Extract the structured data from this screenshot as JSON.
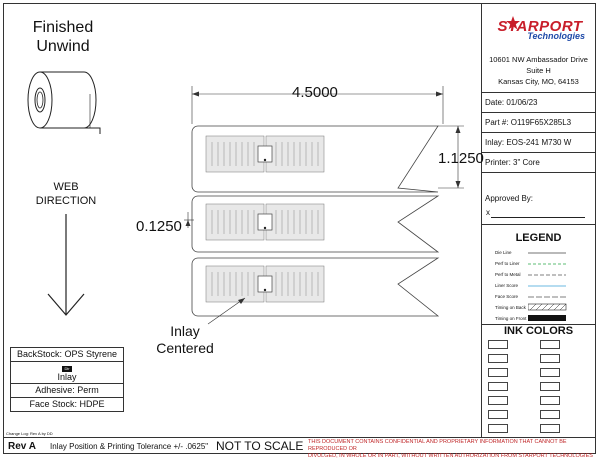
{
  "roll": {
    "title_line1": "Finished",
    "title_line2": "Unwind"
  },
  "web_direction": {
    "line1": "WEB",
    "line2": "DIRECTION"
  },
  "dimensions": {
    "width": "4.5000",
    "height": "1.1250",
    "gap": "0.1250"
  },
  "inlay_note": {
    "line1": "Inlay",
    "line2": "Centered"
  },
  "specs": {
    "backstock": "BackStock: OPS Styrene",
    "direction_badge": "Dir",
    "inlay": "Inlay",
    "adhesive": "Adhesive: Perm",
    "face_stock": "Face Stock: HDPE"
  },
  "company": {
    "logo_main": "STARPORT",
    "logo_sub": "Technologies",
    "address1": "10601 NW Ambassador Drive",
    "address2": "Suite H",
    "address3": "Kansas City, MO, 64153"
  },
  "info": {
    "date": "Date: 01/06/23",
    "part": "Part #: O119F65X285L3",
    "inlay": "Inlay: EOS-241 M730 W",
    "printer": "Printer: 3\" Core",
    "approved": "Approved By:",
    "approved_x": "x"
  },
  "legend": {
    "title": "LEGEND",
    "items": [
      "Die Line",
      "Perf to Liner",
      "Perf to Metal",
      "Liner Score",
      "Face Score",
      "Timing on Back",
      "Timing on Front"
    ],
    "colors": {
      "die": "#444444",
      "perf_liner": "#2aa84a",
      "perf_metal": "#555555",
      "liner_score": "#3aa0d8",
      "face_score": "#555555"
    }
  },
  "ink": {
    "title": "INK COLORS"
  },
  "footer": {
    "change_log": "Change Log: Rev A by DD",
    "rev": "Rev A",
    "tolerance": "Inlay Position & Printing Tolerance +/- .0625\"",
    "not_to_scale": "NOT TO SCALE",
    "conf1": "THIS DOCUMENT CONTAINS CONFIDENTIAL AND PROPRIETARY INFORMATION THAT CANNOT BE REPRODUCED OR",
    "conf2": "DIVULGED, IN WHOLE OR IN PART, WITHOUT WRITTEN     AUTHORIZATION FROM STARPORT TECHNOLOGIES"
  }
}
